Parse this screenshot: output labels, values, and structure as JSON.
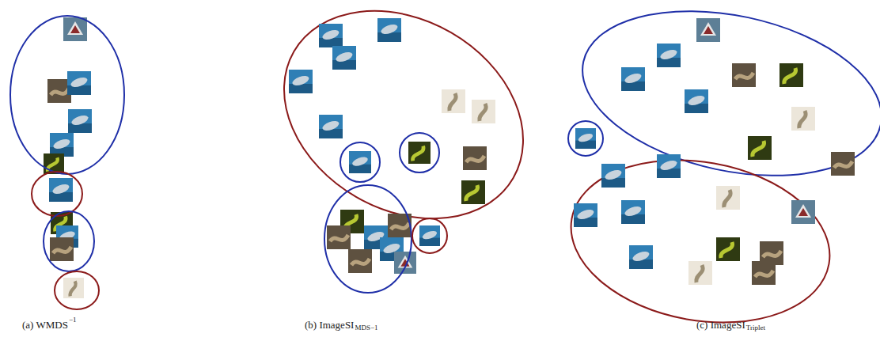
{
  "diagram": {
    "labels": [
      "(a) WMDS",
      "−1",
      "(b) ImageSI",
      "MDS−1",
      "(c) ImageSI",
      "Triplet"
    ]
  }
}
